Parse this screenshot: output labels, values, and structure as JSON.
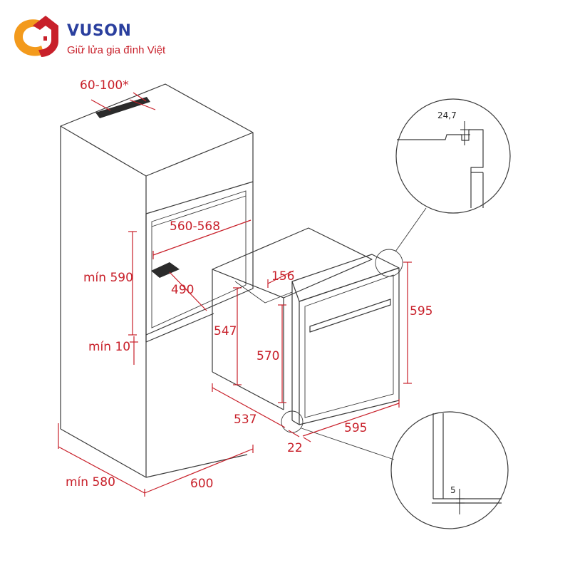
{
  "brand": {
    "name": "VUSON",
    "tagline": "Giữ lửa gia đình Việt",
    "colors": {
      "primary": "#2a3f9e",
      "accent": "#c8202a",
      "logo_orange": "#f39a1c"
    }
  },
  "dimensions": {
    "ventilation": "60-100*",
    "niche_width": "560-568",
    "niche_min_height": "mín 590",
    "niche_depth": "490",
    "bottom_gap": "mín 10",
    "cabinet_depth": "mín 580",
    "cabinet_width": "600",
    "oven_body_height": "547",
    "oven_top_step": "156",
    "oven_front_height": "570",
    "oven_depth": "537",
    "oven_width": "595",
    "oven_height": "595",
    "door_thickness": "22"
  },
  "details": {
    "top_detail": "24,7",
    "bottom_detail": "5"
  }
}
